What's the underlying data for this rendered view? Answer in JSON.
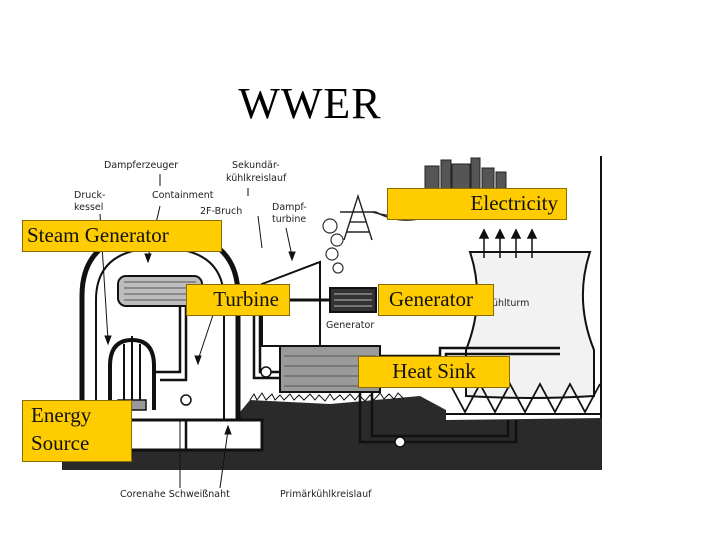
{
  "title": "WWER",
  "callouts": {
    "electricity": "Electricity",
    "steam_generator": "Steam Generator",
    "turbine": "Turbine",
    "generator": "Generator",
    "heat_sink": "Heat Sink",
    "energy_source": "Energy\nSource"
  },
  "diagram_labels": {
    "dampferzeuger": "Dampferzeuger",
    "sekundaer_1": "Sekundär-",
    "sekundaer_2": "kühlkreislauf",
    "druck_1": "Druck-",
    "druck_2": "kessel",
    "containment": "Containment",
    "bruch": "2F-Bruch",
    "dampf_1": "Dampf-",
    "dampf_2": "turbine",
    "generator_small": "Generator",
    "kuehlturm": "ühlturm",
    "corenahe": "Corenahe Schweißnaht",
    "primaer": "Primärkühlkreislauf"
  }
}
